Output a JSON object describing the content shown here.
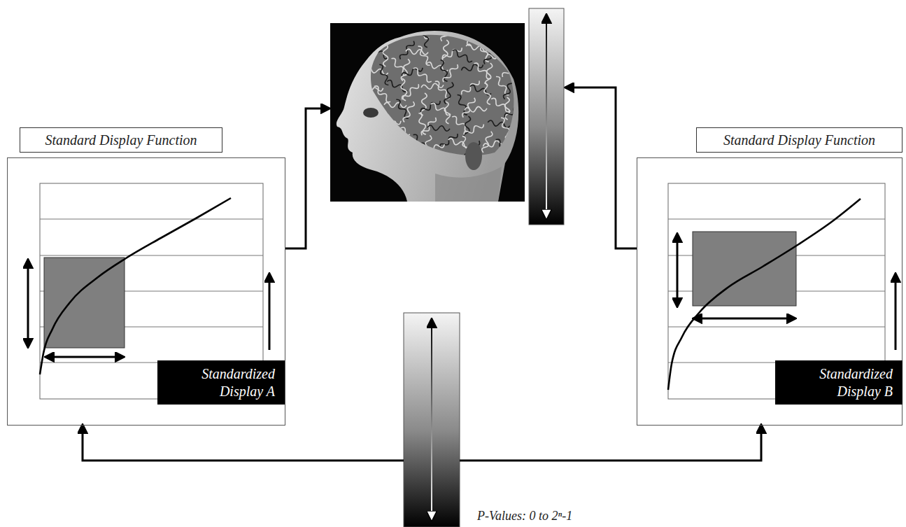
{
  "diagram": {
    "nodes": [
      {
        "text": [
          "Standard Display Function"
        ]
      },
      {
        "text": [
          "Standardized Display A"
        ],
        "in": 0
      },
      {
        "text": [
          "Standard Display Function"
        ]
      },
      {
        "text": [
          "Standardized Display B"
        ],
        "in": 2
      },
      {
        "text": [
          "P-Values: 0 to 2ⁿ-1"
        ]
      }
    ],
    "edges": [
      {
        "from": 4,
        "to": 0,
        "arrow": "to"
      },
      {
        "from": 4,
        "to": 2,
        "arrow": "to"
      }
    ]
  }
}
